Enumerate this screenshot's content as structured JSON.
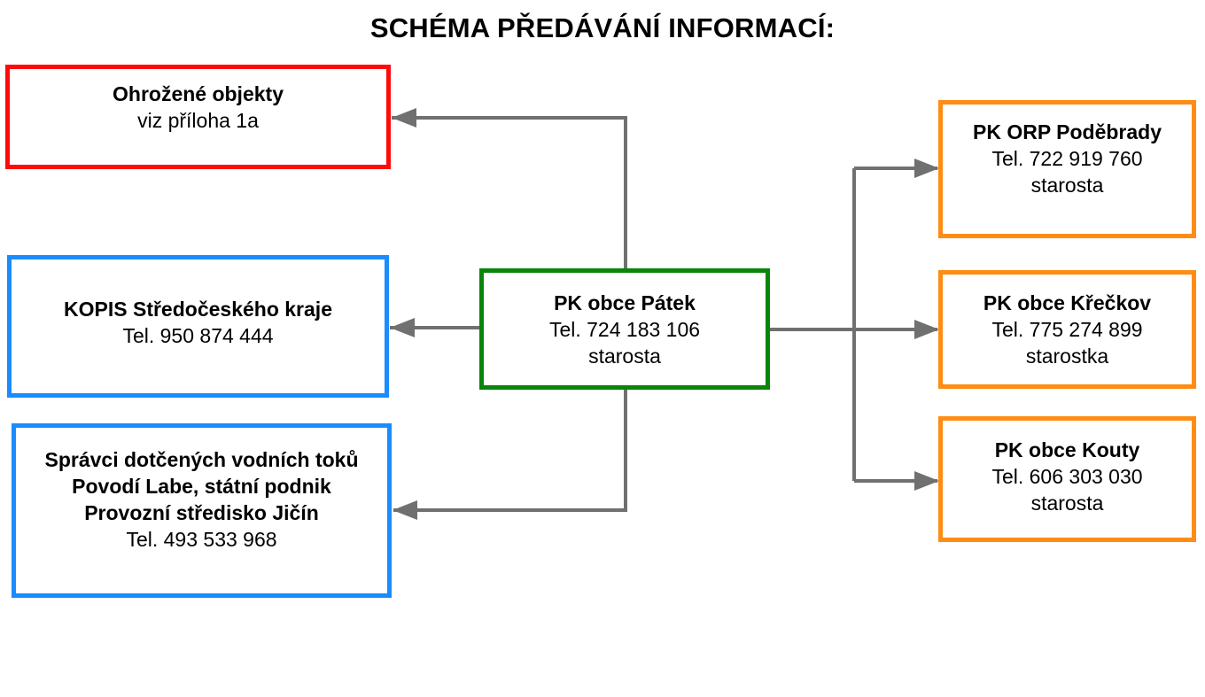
{
  "title": "SCHÉMA PŘEDÁVÁNÍ INFORMACÍ:",
  "colors": {
    "red": "#ff0a0a",
    "blue": "#1a8cff",
    "green": "#0a850a",
    "orange": "#ff8c14",
    "arrow": "#707070"
  },
  "center": {
    "name": "PK obce Pátek",
    "phone": "Tel. 724 183 106",
    "role": "starosta"
  },
  "left": {
    "threatened": {
      "name": "Ohrožené objekty",
      "note": "viz příloha 1a"
    },
    "kopis": {
      "name": "KOPIS Středočeského kraje",
      "phone": "Tel. 950 874 444"
    },
    "water": {
      "line1": "Správci dotčených vodních toků",
      "line2": "Povodí Labe, státní podnik",
      "line3": "Provozní středisko Jičín",
      "phone": "Tel. 493 533 968"
    }
  },
  "right": {
    "podebrady": {
      "name": "PK ORP Poděbrady",
      "phone": "Tel. 722 919 760",
      "role": "starosta"
    },
    "kreckov": {
      "name": "PK obce Křečkov",
      "phone": "Tel. 775 274 899",
      "role": "starostka"
    },
    "kouty": {
      "name": "PK obce Kouty",
      "phone": "Tel. 606 303 030",
      "role": "starosta"
    }
  }
}
